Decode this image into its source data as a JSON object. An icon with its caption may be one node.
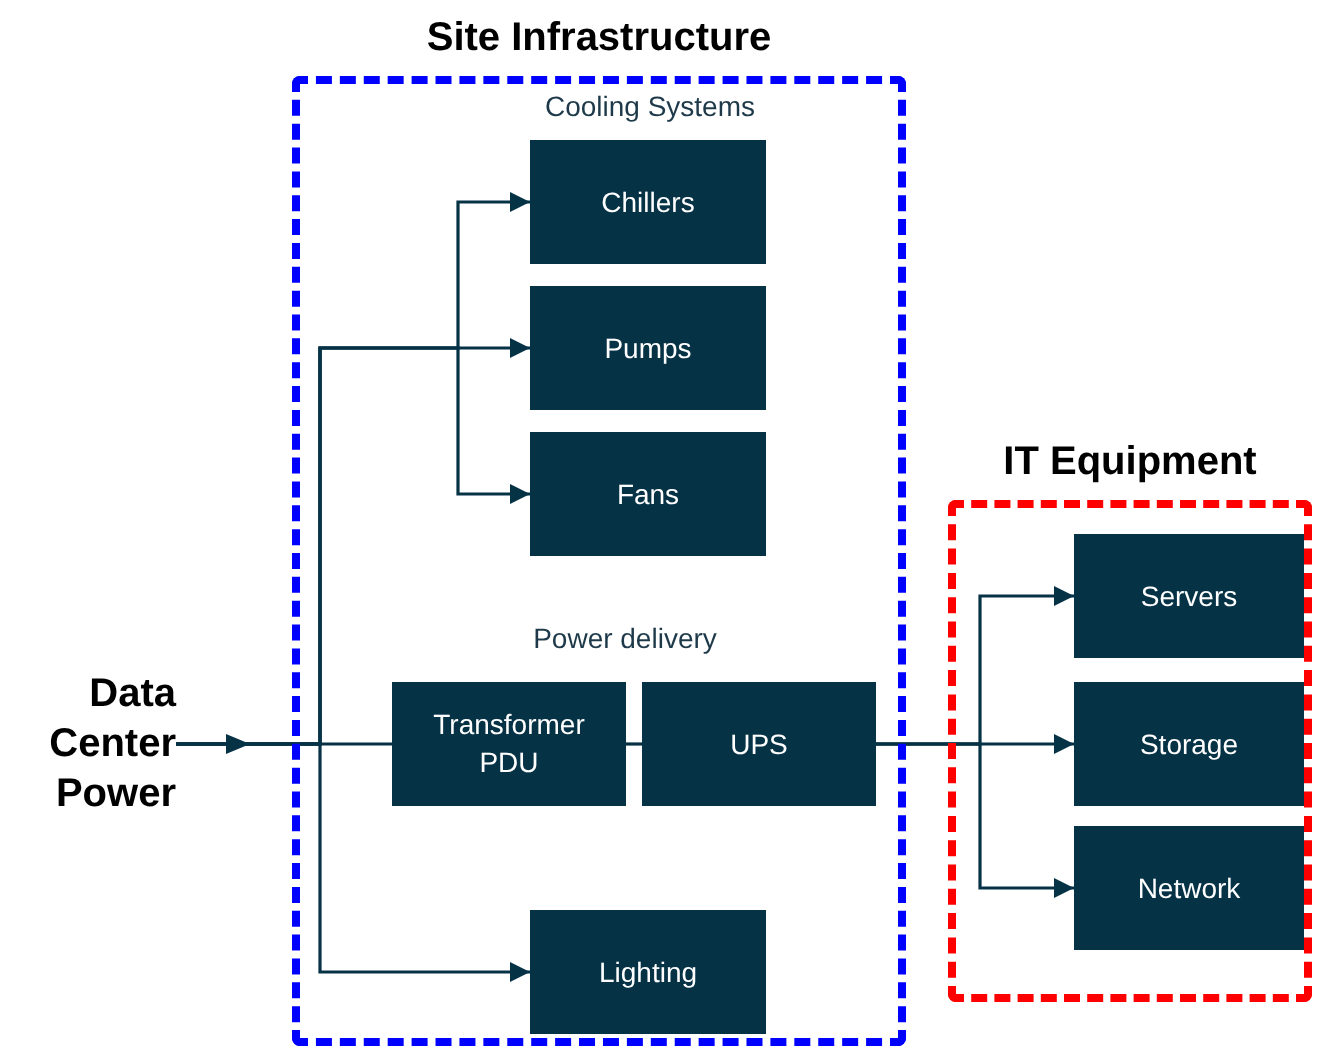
{
  "diagram": {
    "nodes": [
      {
        "text": [
          "Site Infrastructure"
        ]
      },
      {
        "text": [
          "Chillers"
        ],
        "in": 0
      },
      {
        "text": [
          "Pumps"
        ],
        "in": 0
      },
      {
        "text": [
          "Fans"
        ],
        "in": 0
      },
      {
        "text": [
          "Transformer PDU"
        ],
        "in": 0
      },
      {
        "text": [
          "UPS"
        ],
        "in": 0
      },
      {
        "text": [
          "Lighting"
        ],
        "in": 0
      },
      {
        "text": [
          "IT Equipment"
        ]
      },
      {
        "text": [
          "Servers"
        ],
        "in": 7
      },
      {
        "text": [
          "Storage"
        ],
        "in": 7
      },
      {
        "text": [
          "Network"
        ],
        "in": 7
      },
      {
        "text": [
          "Data Center Power"
        ]
      }
    ],
    "edges": [
      {
        "from": 11,
        "to": 1,
        "arrow": "to"
      },
      {
        "from": 11,
        "to": 2,
        "arrow": "to"
      },
      {
        "from": 11,
        "to": 3,
        "arrow": "to"
      },
      {
        "from": 11,
        "to": 4,
        "arrow": "to"
      },
      {
        "from": 11,
        "to": 6,
        "arrow": "to"
      },
      {
        "from": 4,
        "to": 5,
        "arrow": "none"
      },
      {
        "from": 5,
        "to": 8,
        "arrow": "to"
      },
      {
        "from": 5,
        "to": 9,
        "arrow": "to"
      },
      {
        "from": 5,
        "to": 10,
        "arrow": "to"
      }
    ],
    "labels": [
      "Cooling Systems",
      "Power delivery"
    ]
  }
}
